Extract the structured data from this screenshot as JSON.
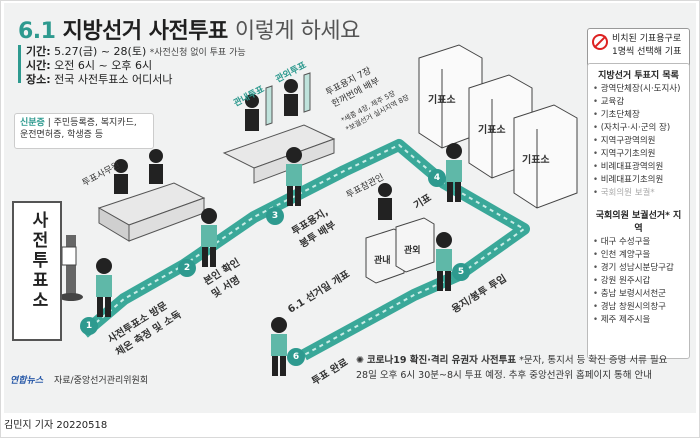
{
  "title": {
    "num": "6.1",
    "main": "지방선거 사전투표",
    "light": "이렇게 하세요"
  },
  "info": {
    "period_label": "기간:",
    "period_value": "5.27(금) ~ 28(토)",
    "period_note": "*사전신청 없이 투표 가능",
    "time_label": "시간:",
    "time_value": "오전 6시 ~ 오후 6시",
    "place_label": "장소:",
    "place_value": "전국 사전투표소 어디서나"
  },
  "id_box": {
    "label": "신분증",
    "line1": "| 주민등록증, 복지카드,",
    "line2": "운전면허증, 학생증 등"
  },
  "tags": {
    "in_district": "관내투표",
    "out_district": "관외투표",
    "paper_7": "투표용지 7장",
    "paper_7_line2": "한꺼번에 배부",
    "note_4_5": "*세종 4장, 제주 5장",
    "note_8": "*보궐선거 실시지역 8장",
    "clerk": "투표사무원",
    "observer": "투표참관인",
    "booth": "기표소",
    "selected_box": "관내",
    "other_box": "관외"
  },
  "steps": [
    {
      "num": "1",
      "label": "사전투표소 방문",
      "label2": "체온 측정 및 소독"
    },
    {
      "num": "2",
      "label": "본인 확인",
      "label2": "및 서명"
    },
    {
      "num": "3",
      "label": "투표용지,",
      "label2": "봉투 배부"
    },
    {
      "num": "4",
      "label": "기표"
    },
    {
      "num": "5",
      "label": "용지/봉투 투입"
    },
    {
      "num": "6",
      "label": "투표 완료"
    }
  ],
  "ballot_box_label": "6.1 선거일 개표",
  "sign_text": "사전투표소",
  "side_note": {
    "line1": "비치된 기표용구로",
    "line2": "1명씩 선택해 기표"
  },
  "local_list": {
    "title": "지방선거 투표지 목록",
    "items": [
      "광역단체장(시·도지사)",
      "교육감",
      "기초단체장",
      "(자치구·시·군의 장)",
      "지역구광역의원",
      "지역구기초의원",
      "비례대표광역의원",
      "비례대표기초의원"
    ],
    "grey_item": "국회의원 보궐*"
  },
  "byelection": {
    "title": "국회의원 보궐선거* 지역",
    "items": [
      "대구 수성구을",
      "인천 계양구을",
      "경기 성남시분당구갑",
      "강원 원주시갑",
      "충남 보령시서천군",
      "경남 창원시의창구",
      "제주 제주시을"
    ]
  },
  "covid": {
    "title": "코로나19 확진·격리 유권자 사전투표",
    "note": "*문자, 통지서 등 확진 증명 서류 필요",
    "line2": "28일 오후 6시 30분~8시 투표 예정. 추후 중앙선관위 홈페이지 통해 안내"
  },
  "credit": {
    "logo": "연합뉴스",
    "source": "자료/중앙선거관리위원회"
  },
  "byline": "김민지 기자  20220518",
  "colors": {
    "accent": "#2e9a8f",
    "path": "#3aa899",
    "dark": "#333333"
  }
}
